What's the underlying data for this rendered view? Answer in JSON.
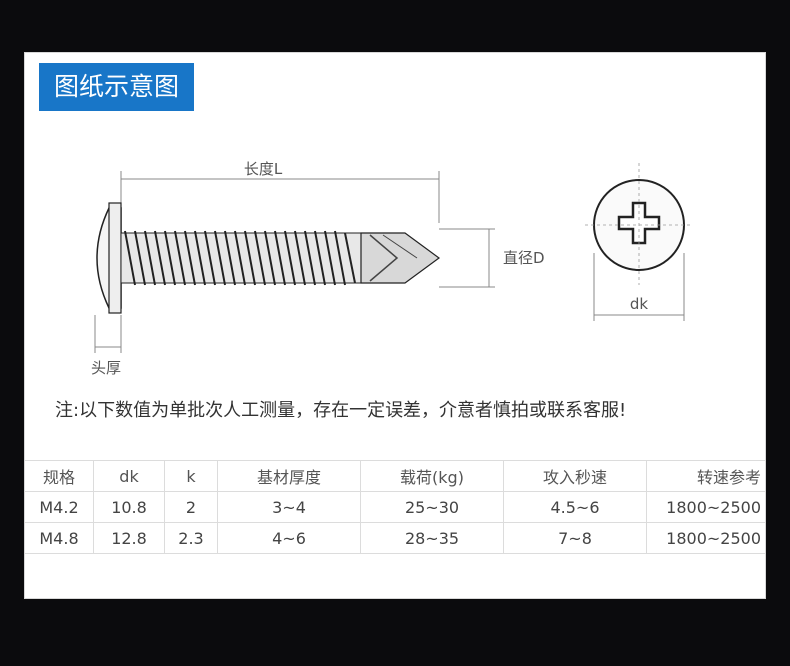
{
  "title": "图纸示意图",
  "diagram": {
    "length_label": "长度L",
    "diameter_label": "直径D",
    "head_thickness_label": "头厚",
    "head_diameter_label": "dk"
  },
  "note": "注:以下数值为单批次人工测量，存在一定误差，介意者慎拍或联系客服!",
  "table": {
    "headers": [
      "规格",
      "dk",
      "k",
      "基材厚度",
      "载荷(kg)",
      "攻入秒速",
      "转速参考"
    ],
    "rows": [
      [
        "M4.2",
        "10.8",
        "2",
        "3~4",
        "25~30",
        "4.5~6",
        "1800~2500"
      ],
      [
        "M4.8",
        "12.8",
        "2.3",
        "4~6",
        "28~35",
        "7~8",
        "1800~2500"
      ]
    ]
  },
  "colors": {
    "title_bg": "#1876c8",
    "background": "#0b0b0d"
  }
}
